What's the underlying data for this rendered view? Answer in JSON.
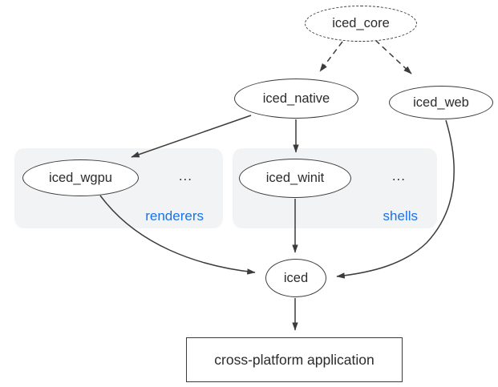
{
  "diagram": {
    "nodes": [
      {
        "id": "iced_core",
        "label": "iced_core",
        "shape": "ellipse-dashed"
      },
      {
        "id": "iced_native",
        "label": "iced_native",
        "shape": "ellipse"
      },
      {
        "id": "iced_web",
        "label": "iced_web",
        "shape": "ellipse"
      },
      {
        "id": "iced_wgpu",
        "label": "iced_wgpu",
        "shape": "ellipse"
      },
      {
        "id": "iced_winit",
        "label": "iced_winit",
        "shape": "ellipse"
      },
      {
        "id": "iced",
        "label": "iced",
        "shape": "ellipse"
      },
      {
        "id": "app",
        "label": "cross-platform application",
        "shape": "rect"
      }
    ],
    "groups": [
      {
        "id": "renderers",
        "label": "renderers",
        "ellipsis": "...",
        "contains": [
          "iced_wgpu"
        ]
      },
      {
        "id": "shells",
        "label": "shells",
        "ellipsis": "...",
        "contains": [
          "iced_winit"
        ]
      }
    ],
    "edges": [
      {
        "from": "iced_core",
        "to": "iced_native",
        "style": "dashed"
      },
      {
        "from": "iced_core",
        "to": "iced_web",
        "style": "dashed"
      },
      {
        "from": "iced_native",
        "to": "iced_wgpu",
        "style": "solid"
      },
      {
        "from": "iced_native",
        "to": "iced_winit",
        "style": "solid"
      },
      {
        "from": "iced_winit",
        "to": "iced",
        "style": "solid"
      },
      {
        "from": "iced_wgpu",
        "to": "iced",
        "style": "solid"
      },
      {
        "from": "iced_web",
        "to": "iced",
        "style": "solid"
      },
      {
        "from": "iced",
        "to": "app",
        "style": "solid"
      }
    ],
    "colors": {
      "background": "#ffffff",
      "stroke": "#3b3b3b",
      "text": "#2b2b2b",
      "group_background": "#f1f3f4",
      "group_label": "#1a73e8"
    }
  }
}
